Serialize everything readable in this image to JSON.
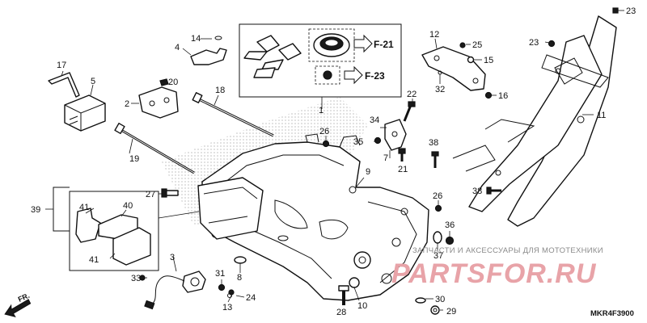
{
  "diagram": {
    "callouts": [
      "1",
      "2",
      "3",
      "4",
      "5",
      "6",
      "7",
      "8",
      "9",
      "10",
      "11",
      "12",
      "13",
      "14",
      "15",
      "16",
      "17",
      "18",
      "19",
      "20",
      "21",
      "22",
      "23",
      "23",
      "24",
      "25",
      "26",
      "26",
      "27",
      "28",
      "29",
      "30",
      "31",
      "32",
      "33",
      "34",
      "35",
      "36",
      "37",
      "38",
      "38",
      "39",
      "40",
      "41",
      "41"
    ],
    "refs": [
      "F-21",
      "F-23"
    ],
    "front_label": "FR.",
    "code": "MKR4F3900"
  },
  "watermark": {
    "text": "ЗАПЧАСТИ И АКСЕССУАРЫ ДЛЯ МОТОТЕХНИКИ",
    "logo": "PARTSFOR.RU"
  },
  "colors": {
    "line": "#111111",
    "watermark_text": "#8a8a8a",
    "watermark_logo": "#e8a3a8",
    "hatch": "#9a9a9a"
  }
}
